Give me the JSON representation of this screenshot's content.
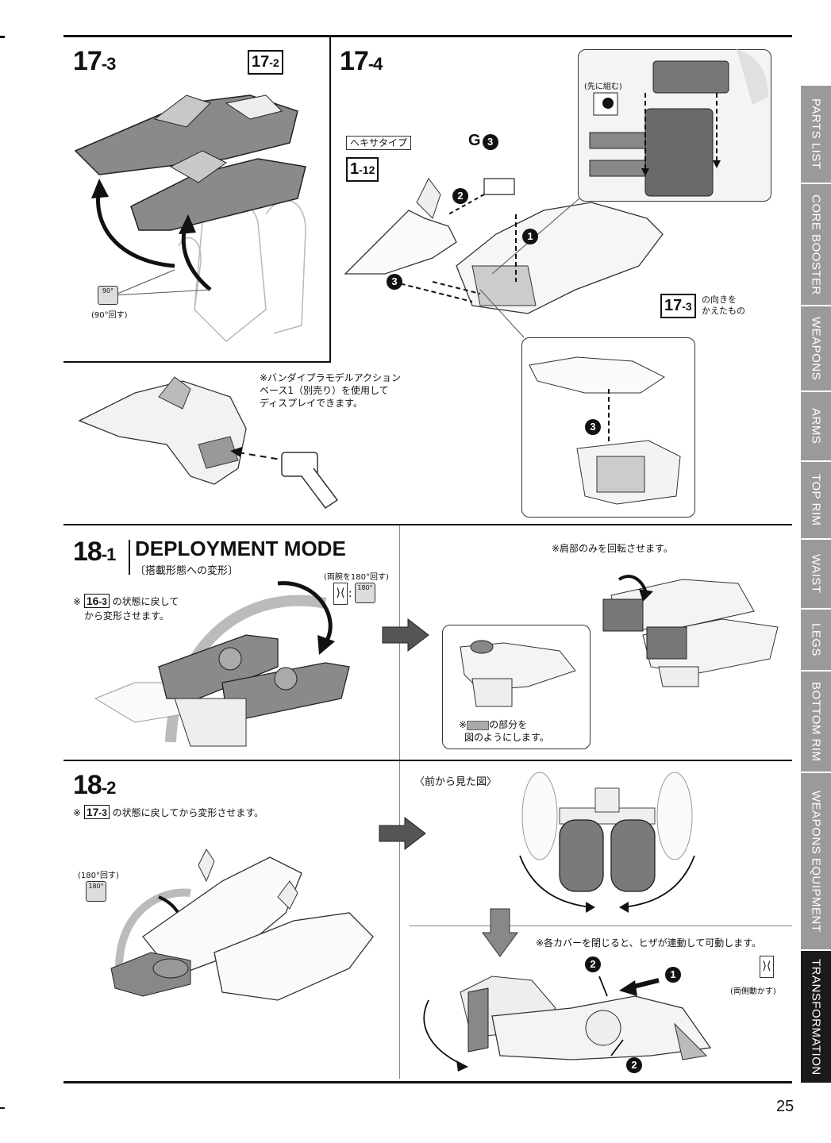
{
  "tabs": [
    {
      "label": "PARTS LIST",
      "active": false
    },
    {
      "label": "CORE BOOSTER",
      "active": false
    },
    {
      "label": "WEAPONS",
      "active": false
    },
    {
      "label": "ARMS",
      "active": false
    },
    {
      "label": "TOP RIM",
      "active": false
    },
    {
      "label": "WAIST",
      "active": false
    },
    {
      "label": "LEGS",
      "active": false
    },
    {
      "label": "BOTTOM RIM",
      "active": false
    },
    {
      "label": "WEAPONS EQUIPMENT",
      "active": false
    },
    {
      "label": "TRANSFORMATION",
      "active": true
    }
  ],
  "page_number": "25",
  "step_17_3": {
    "num": "17",
    "sub": "-3",
    "ref_num": "17",
    "ref_sub": "-2",
    "rotate_icon": "90°",
    "rotate_note": "(90°回す)"
  },
  "step_17_4": {
    "num": "17",
    "sub": "-4",
    "type_label": "ヘキサタイプ",
    "part_ref_num": "1",
    "part_ref_sub": "-12",
    "part_g": "G",
    "part_g_circ": "3",
    "pre_assemble": "(先に組む)",
    "circ1": "1",
    "circ2": "2",
    "circ3": "3",
    "ref_num": "17",
    "ref_sub": "-3",
    "ref_note_1": "の向きを",
    "ref_note_2": "かえたもの"
  },
  "display_note": {
    "line1": "※バンダイプラモデルアクション",
    "line2": "ベース1（別売り）を使用して",
    "line3": "ディスプレイできます。"
  },
  "step_18_1": {
    "num": "18",
    "sub": "-1",
    "title": "DEPLOYMENT MODE",
    "subtitle": "〔搭載形態への変形〕",
    "both_arms": "(両腕を180°回す)",
    "rotate_icon": "180°",
    "note_prefix": "※",
    "ref_num": "16",
    "ref_sub": "-3",
    "note_line1": "の状態に戻して",
    "note_line2": "から変形させます。",
    "shoulder_note": "※肩部のみを回転させます。",
    "callout_line1": "※",
    "callout_line1b": "の部分を",
    "callout_line2": "図のようにします。"
  },
  "step_18_2": {
    "num": "18",
    "sub": "-2",
    "note_prefix": "※",
    "ref_num": "17",
    "ref_sub": "-3",
    "note": "の状態に戻してから変形させます。",
    "rotate_note": "(180°回す)",
    "rotate_icon": "180°",
    "front_view": "〈前から見た図〉",
    "cover_note": "※各カバーを閉じると、ヒザが連動して可動します。",
    "both_sides": "(両側動かす)",
    "circ1": "1",
    "circ2": "2"
  }
}
